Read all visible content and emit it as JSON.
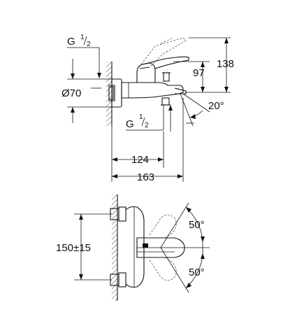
{
  "top_view": {
    "thread_top": {
      "g": "G",
      "num": "1",
      "den": "2"
    },
    "diameter": "Ø70",
    "height_97": "97",
    "height_138": "138",
    "angle_20": "20°",
    "thread_bottom": {
      "g": "G",
      "num": "1",
      "den": "2"
    },
    "width_124": "124",
    "width_163": "163"
  },
  "bottom_view": {
    "centers": "150±15",
    "angle_upper": "50°",
    "angle_lower": "50°"
  }
}
